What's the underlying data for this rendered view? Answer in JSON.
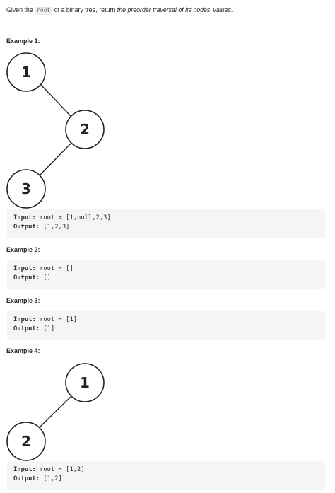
{
  "intro": {
    "prefix": "Given the",
    "code": "root",
    "middle": "of a binary tree, return",
    "emphasis": "the preorder traversal of its nodes' values",
    "suffix": "."
  },
  "examples": [
    {
      "title": "Example 1:",
      "tree": {
        "nodes": [
          "1",
          "2",
          "3"
        ]
      },
      "input_label": "Input:",
      "input_value": "root = [1,null,2,3]",
      "output_label": "Output:",
      "output_value": "[1,2,3]"
    },
    {
      "title": "Example 2:",
      "input_label": "Input:",
      "input_value": "root = []",
      "output_label": "Output:",
      "output_value": "[]"
    },
    {
      "title": "Example 3:",
      "input_label": "Input:",
      "input_value": "root = [1]",
      "output_label": "Output:",
      "output_value": "[1]"
    },
    {
      "title": "Example 4:",
      "tree": {
        "nodes": [
          "1",
          "2"
        ]
      },
      "input_label": "Input:",
      "input_value": "root = [1,2]",
      "output_label": "Output:",
      "output_value": "[1,2]"
    }
  ]
}
